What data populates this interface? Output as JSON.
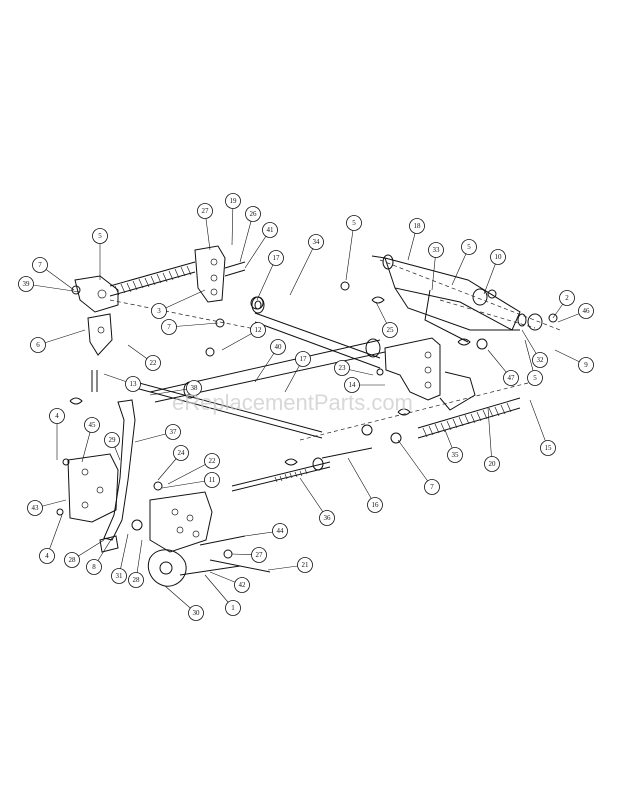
{
  "watermark": "eReplacementParts.com",
  "callout_labels": [
    "1",
    "2",
    "3",
    "4",
    "5",
    "6",
    "7",
    "8",
    "9",
    "10",
    "11",
    "12",
    "13",
    "14",
    "15",
    "16",
    "17",
    "18",
    "19",
    "20",
    "21",
    "22",
    "23",
    "24",
    "25",
    "26",
    "27",
    "28",
    "29",
    "30",
    "31",
    "32",
    "33",
    "34",
    "35",
    "36",
    "37",
    "38",
    "39",
    "40",
    "41",
    "42",
    "43",
    "44",
    "45",
    "46",
    "47"
  ]
}
